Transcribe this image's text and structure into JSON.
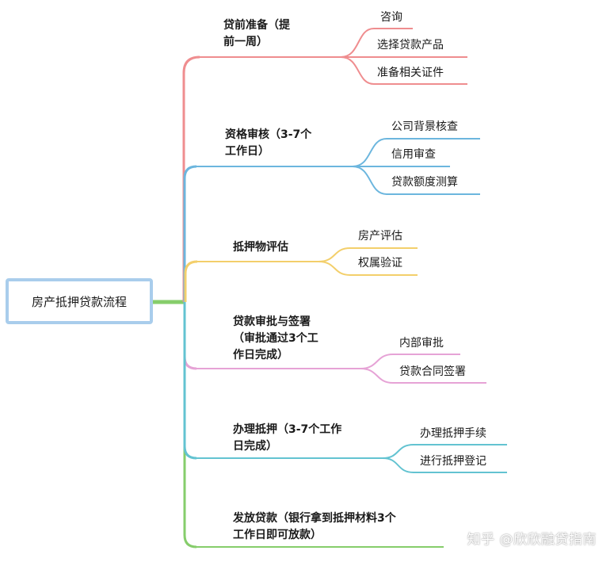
{
  "root": {
    "label": "房产抵押贷款流程"
  },
  "branches": [
    {
      "label_l1": "贷前准备（提",
      "label_l2": "前一周）",
      "color": "#ef8d8f",
      "leaves": [
        "咨询",
        "选择贷款产品",
        "准备相关证件"
      ]
    },
    {
      "label_l1": "资格审核（3-7个",
      "label_l2": "工作日）",
      "color": "#6cb6de",
      "leaves": [
        "公司背景核查",
        "信用审查",
        "贷款额度测算"
      ]
    },
    {
      "label_l1": "抵押物评估",
      "color": "#f3cf6b",
      "leaves": [
        "房产评估",
        "权属验证"
      ]
    },
    {
      "label_l1": "贷款审批与签署",
      "label_l2": "（审批通过3个工",
      "label_l3": "作日完成）",
      "color": "#e6a3d6",
      "leaves": [
        "内部审批",
        "贷款合同签署"
      ]
    },
    {
      "label_l1": "办理抵押（3-7个工作",
      "label_l2": "日完成）",
      "color": "#63c3d1",
      "leaves": [
        "办理抵押手续",
        "进行抵押登记"
      ]
    },
    {
      "label_l1": "发放贷款（银行拿到抵押材料3个",
      "label_l2": "工作日即可放款）",
      "color": "#86cd6b",
      "leaves": []
    }
  ],
  "trunk_color": "#86cd6b",
  "watermark": "知乎 @欣欣融贷指南"
}
